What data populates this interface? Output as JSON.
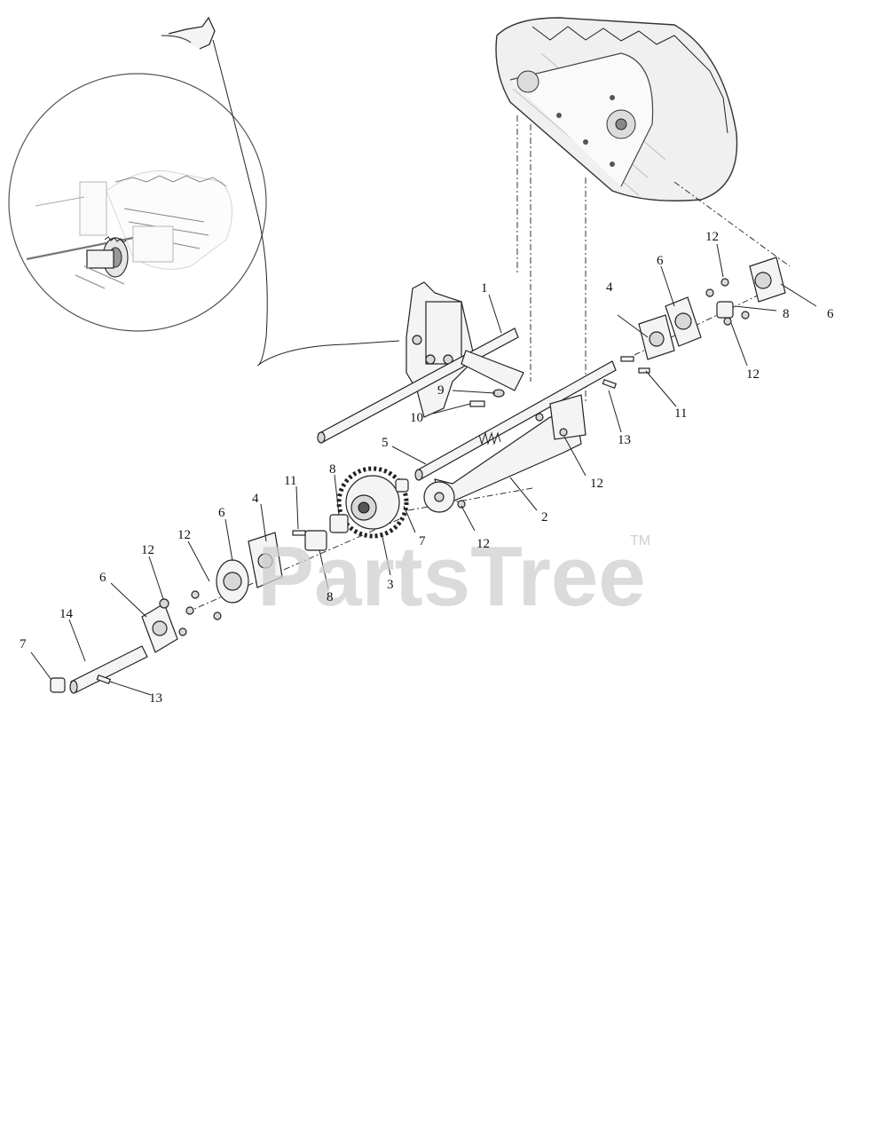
{
  "watermark": {
    "text": "PartsTree",
    "tm": "TM"
  },
  "callouts": [
    {
      "id": "c1",
      "label": "1"
    },
    {
      "id": "c2",
      "label": "2"
    },
    {
      "id": "c3",
      "label": "3"
    },
    {
      "id": "c4a",
      "label": "4"
    },
    {
      "id": "c4b",
      "label": "4"
    },
    {
      "id": "c5",
      "label": "5"
    },
    {
      "id": "c6a",
      "label": "6"
    },
    {
      "id": "c6b",
      "label": "6"
    },
    {
      "id": "c6c",
      "label": "6"
    },
    {
      "id": "c6d",
      "label": "6"
    },
    {
      "id": "c7a",
      "label": "7"
    },
    {
      "id": "c7b",
      "label": "7"
    },
    {
      "id": "c8a",
      "label": "8"
    },
    {
      "id": "c8b",
      "label": "8"
    },
    {
      "id": "c8c",
      "label": "8"
    },
    {
      "id": "c9",
      "label": "9"
    },
    {
      "id": "c10",
      "label": "10"
    },
    {
      "id": "c11a",
      "label": "11"
    },
    {
      "id": "c11b",
      "label": "11"
    },
    {
      "id": "c12a",
      "label": "12"
    },
    {
      "id": "c12b",
      "label": "12"
    },
    {
      "id": "c12c",
      "label": "12"
    },
    {
      "id": "c12d",
      "label": "12"
    },
    {
      "id": "c12e",
      "label": "12"
    },
    {
      "id": "c12f",
      "label": "12"
    },
    {
      "id": "c13a",
      "label": "13"
    },
    {
      "id": "c13b",
      "label": "13"
    },
    {
      "id": "c14",
      "label": "14"
    }
  ]
}
